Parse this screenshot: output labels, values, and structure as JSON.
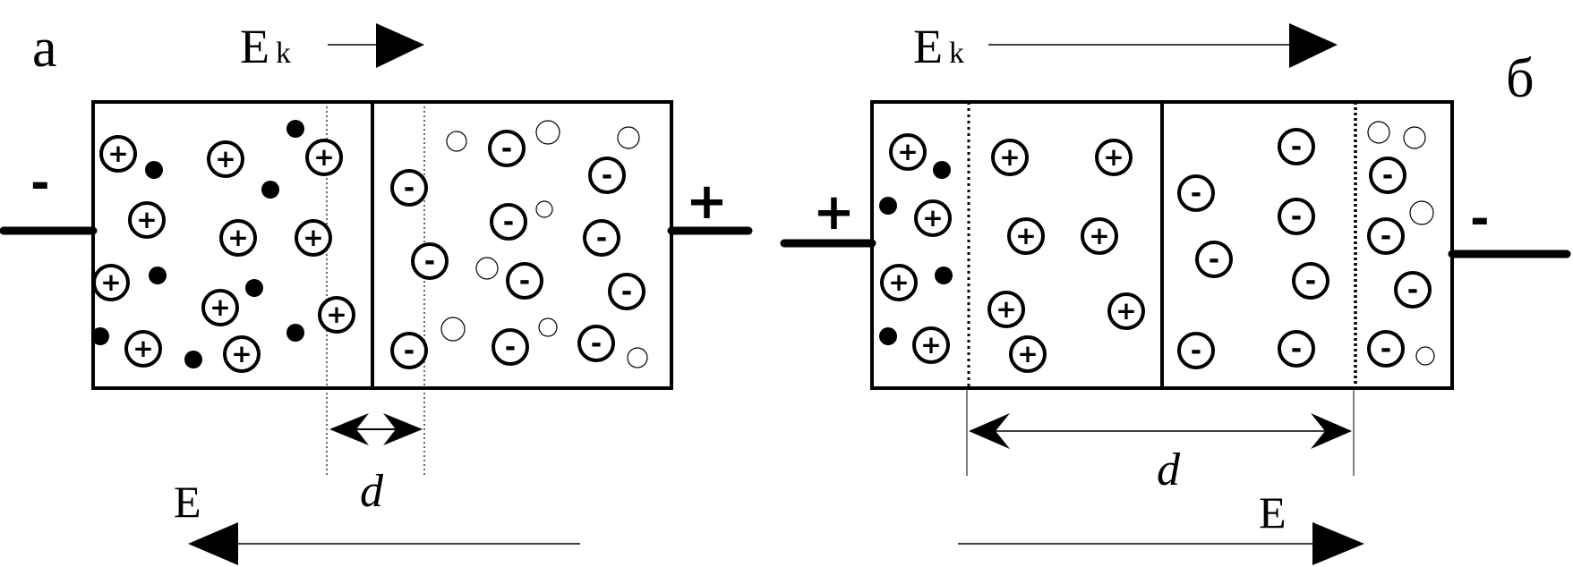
{
  "labels": {
    "panel_a": "а",
    "panel_b": "б",
    "ek_main": "E",
    "ek_sub": "k",
    "e_field": "E",
    "width_d": "d",
    "plus": "+",
    "minus": "-"
  },
  "ion_glyphs": {
    "donor": "+",
    "acceptor": "-"
  },
  "colors": {
    "line": "#000000",
    "background": "#ffffff"
  }
}
